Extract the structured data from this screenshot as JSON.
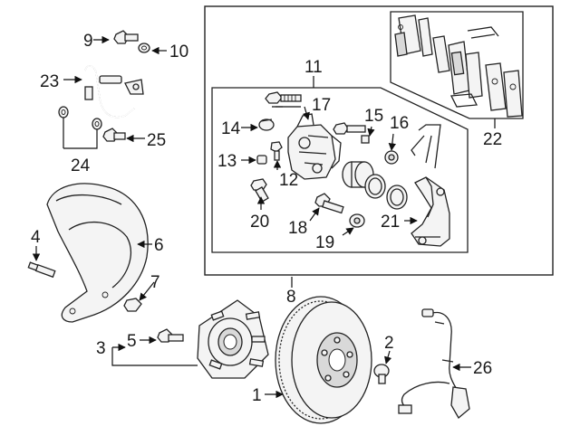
{
  "callouts": {
    "c1": "1",
    "c2": "2",
    "c3": "3",
    "c4": "4",
    "c5": "5",
    "c6": "6",
    "c7": "7",
    "c8": "8",
    "c9": "9",
    "c10": "10",
    "c11": "11",
    "c12": "12",
    "c13": "13",
    "c14": "14",
    "c15": "15",
    "c16": "16",
    "c17": "17",
    "c18": "18",
    "c19": "19",
    "c20": "20",
    "c21": "21",
    "c22": "22",
    "c23": "23",
    "c24": "24",
    "c25": "25",
    "c26": "26"
  },
  "colors": {
    "line": "#222222",
    "fill": "#f4f4f4",
    "shade": "#d9d9d9",
    "background": "#ffffff"
  }
}
